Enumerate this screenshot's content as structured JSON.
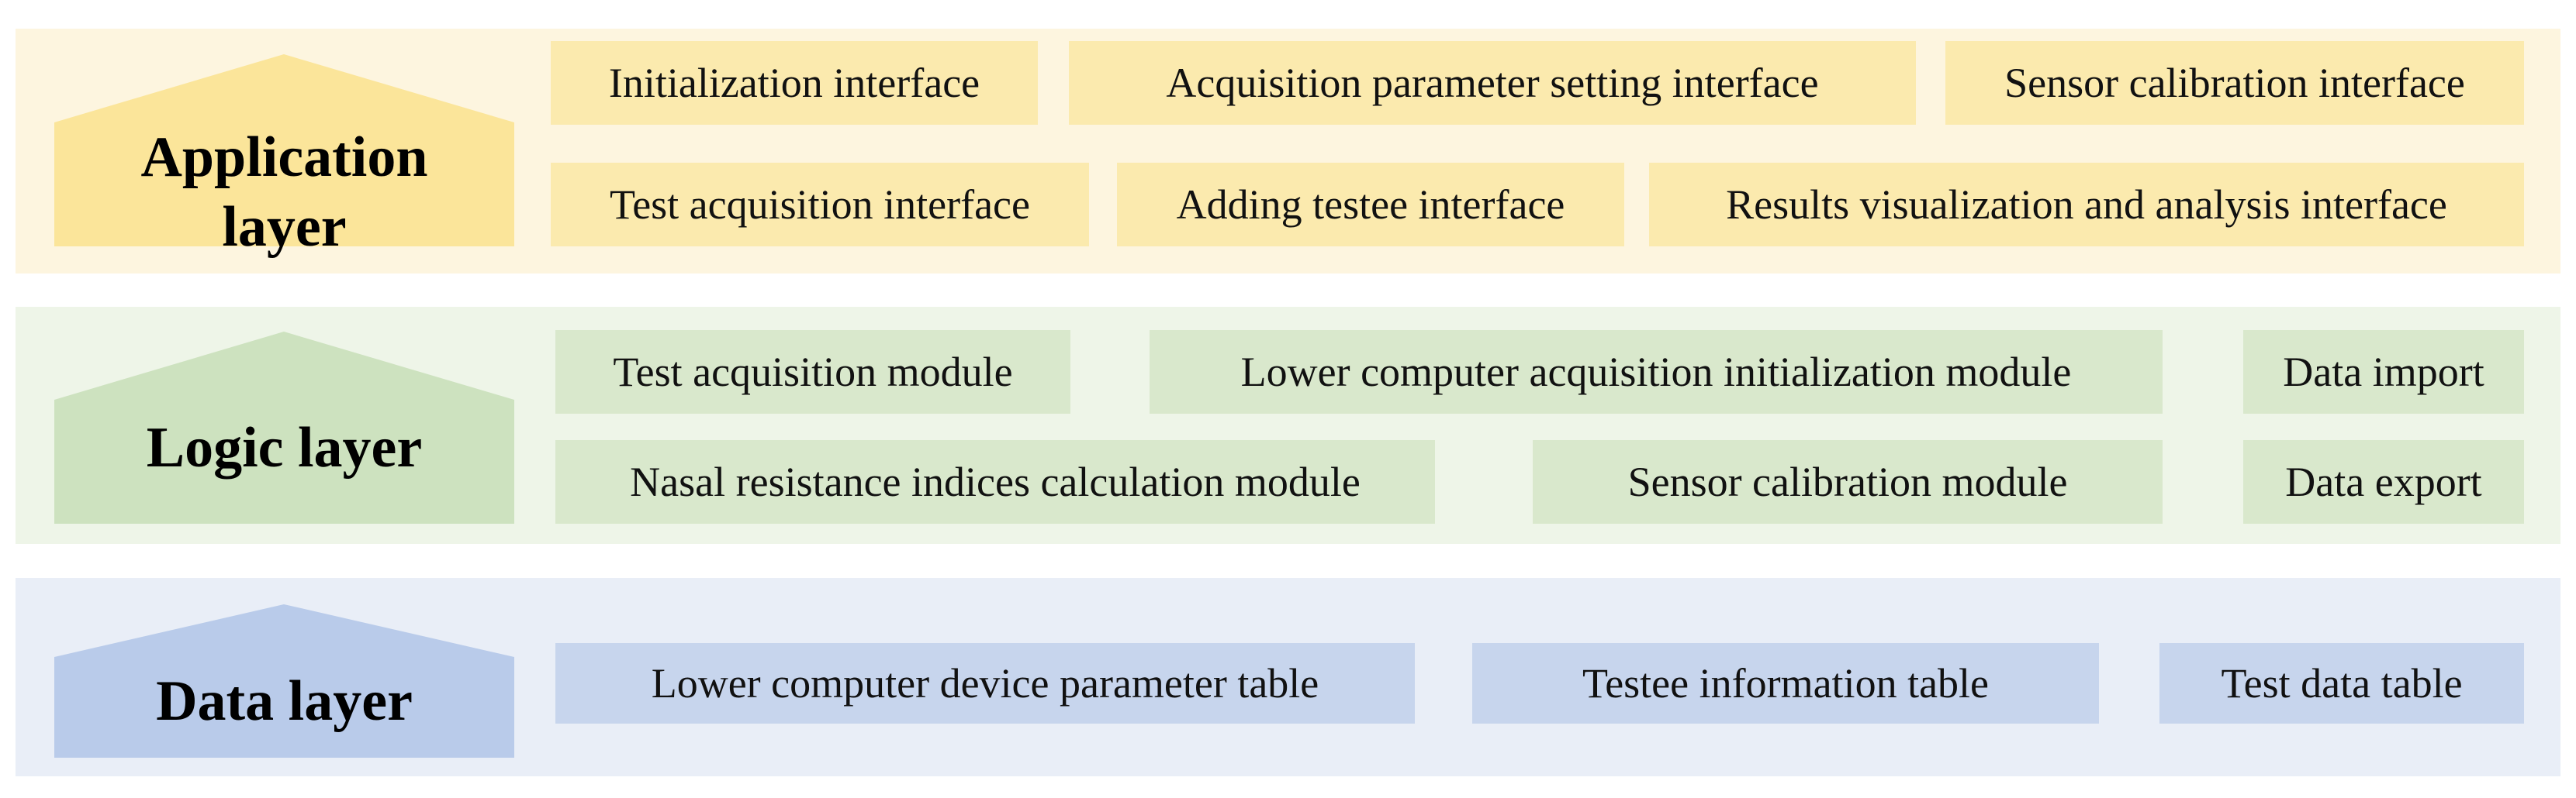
{
  "layers": [
    {
      "name": "Application layer",
      "name_line1": "Application",
      "name_line2": "layer",
      "items": [
        "Initialization interface",
        "Acquisition parameter setting interface",
        "Sensor calibration interface",
        "Test acquisition interface",
        "Adding testee interface",
        "Results visualization and analysis interface"
      ]
    },
    {
      "name": "Logic layer",
      "items": [
        "Test acquisition module",
        "Lower computer acquisition initialization module",
        "Data import",
        "Nasal resistance indices calculation module",
        "Sensor calibration module",
        "Data export"
      ]
    },
    {
      "name": "Data layer",
      "items": [
        "Lower computer device parameter table",
        "Testee information table",
        "Test data table"
      ]
    }
  ],
  "colors": {
    "app_band": "#fdf5df",
    "app_house": "#fbe59a",
    "app_box": "#fbeaae",
    "logic_band": "#eef5e8",
    "logic_house": "#cde2bf",
    "logic_box": "#d9e8cc",
    "data_band": "#e9eef7",
    "data_house": "#b9cbea",
    "data_box": "#c7d5ed"
  }
}
